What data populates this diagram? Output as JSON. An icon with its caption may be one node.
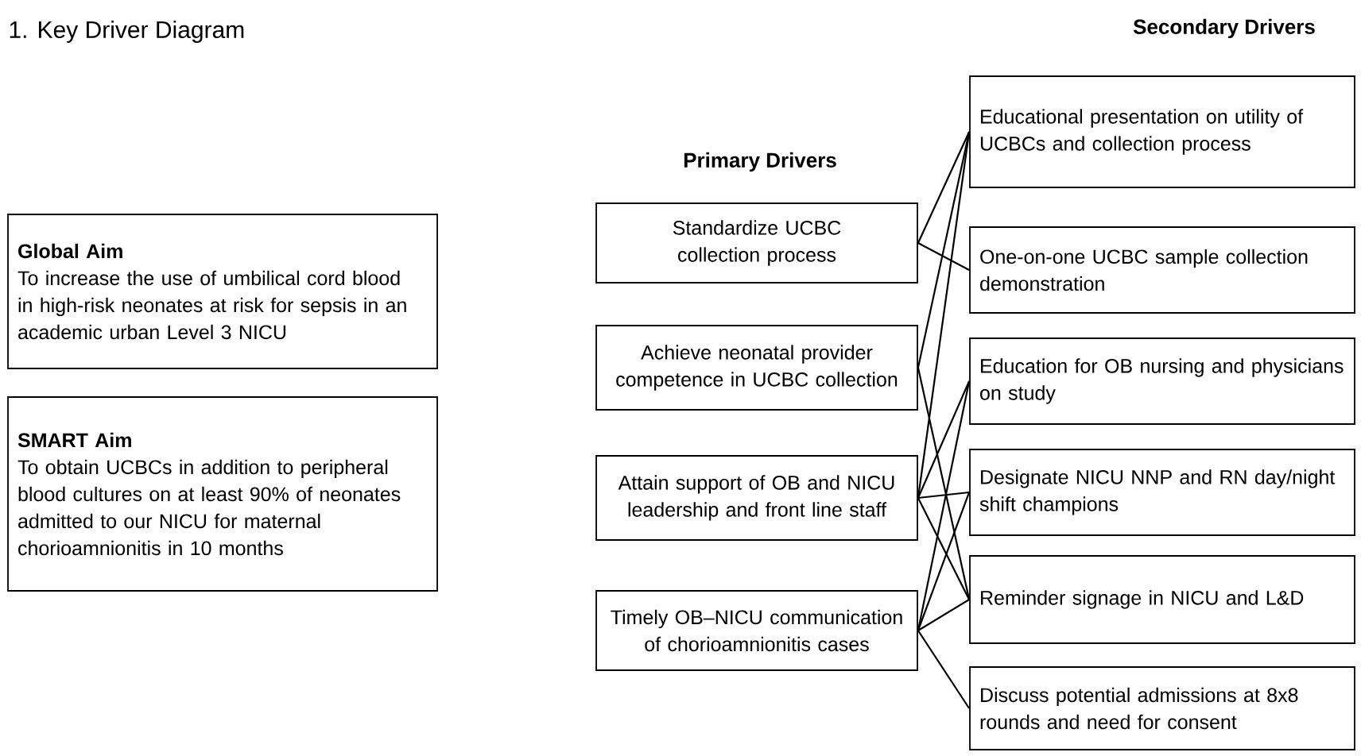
{
  "diagram": {
    "title": "1. Key Driver Diagram",
    "nodes": [
      {
        "text": [
          "Global Aim",
          "To increase the use of umbilical cord blood in high-risk neonates at risk for sepsis in an academic urban Level 3 NICU"
        ]
      },
      {
        "text": [
          "SMART Aim",
          "To obtain UCBCs in addition to peripheral blood cultures on at least 90% of neonates admitted to our NICU for maternal chorioamnionitis in 10 months"
        ]
      },
      {
        "text": [
          "Standardize UCBC collection process"
        ]
      },
      {
        "text": [
          "Achieve neonatal provider competence in UCBC collection"
        ]
      },
      {
        "text": [
          "Attain support of OB and NICU leadership and front line staff"
        ]
      },
      {
        "text": [
          "Timely OB–NICU communication of chorioamnionitis cases"
        ]
      },
      {
        "text": [
          "Educational presentation on utility of UCBCs and collection process"
        ]
      },
      {
        "text": [
          "One-on-one UCBC sample collection demonstration"
        ]
      },
      {
        "text": [
          "Education for OB nursing and physicians on study"
        ]
      },
      {
        "text": [
          "Designate NICU NNP and RN day/night shift champions"
        ]
      },
      {
        "text": [
          "Reminder signage in NICU and L&D"
        ]
      },
      {
        "text": [
          "Discuss potential admissions at 8x8 rounds and need for consent"
        ]
      }
    ],
    "edges": [
      {
        "from": 2,
        "to": 6,
        "arrow": "none"
      },
      {
        "from": 2,
        "to": 7,
        "arrow": "none"
      },
      {
        "from": 3,
        "to": 6,
        "arrow": "none"
      },
      {
        "from": 3,
        "to": 10,
        "arrow": "none"
      },
      {
        "from": 4,
        "to": 6,
        "arrow": "none"
      },
      {
        "from": 4,
        "to": 8,
        "arrow": "none"
      },
      {
        "from": 4,
        "to": 9,
        "arrow": "none"
      },
      {
        "from": 4,
        "to": 10,
        "arrow": "none"
      },
      {
        "from": 5,
        "to": 8,
        "arrow": "none"
      },
      {
        "from": 5,
        "to": 9,
        "arrow": "none"
      },
      {
        "from": 5,
        "to": 10,
        "arrow": "none"
      },
      {
        "from": 5,
        "to": 11,
        "arrow": "none"
      }
    ],
    "labels": [
      "Primary Drivers",
      "Secondary Drivers"
    ]
  }
}
